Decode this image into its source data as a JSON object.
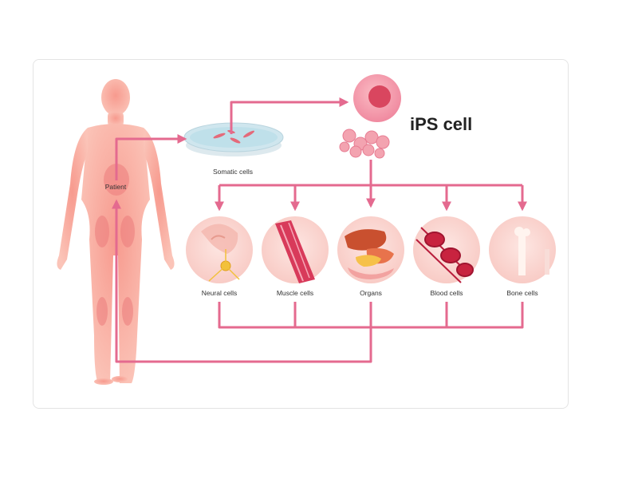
{
  "title": "iPS cell",
  "labels": {
    "patient": "Patient",
    "somatic": "Somatic cells",
    "neural": "Neural cells",
    "muscle": "Muscle cells",
    "organs": "Organs",
    "blood": "Blood cells",
    "bone": "Bone cells"
  },
  "colors": {
    "arrow": "#e46a8f",
    "body": "#f7a99f",
    "cell": "#f08aa0",
    "nucleus": "#d9465f",
    "circle_bg": "#fbd9d6"
  },
  "icons": [
    "human-body-icon",
    "petri-dish-icon",
    "ips-cell-icon",
    "cell-cluster-icon",
    "neural-cells-icon",
    "muscle-cells-icon",
    "organs-icon",
    "blood-cells-icon",
    "bone-cells-icon"
  ]
}
